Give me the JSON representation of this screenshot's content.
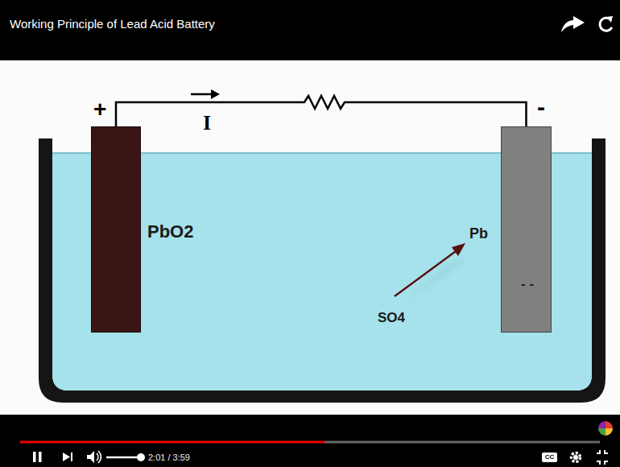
{
  "diagram": {
    "title": "Working Principle of Lead Acid Battery",
    "nodes": [
      {
        "text": [
          "+"
        ]
      },
      {
        "text": [
          "-",
          "- -"
        ]
      }
    ],
    "edges": [
      {
        "from": 0,
        "to": 1,
        "arrow": "none",
        "label": "I"
      }
    ],
    "labels": [
      "PbO2",
      "Pb",
      "SO4",
      "2:01 / 3:59",
      "CC"
    ]
  }
}
